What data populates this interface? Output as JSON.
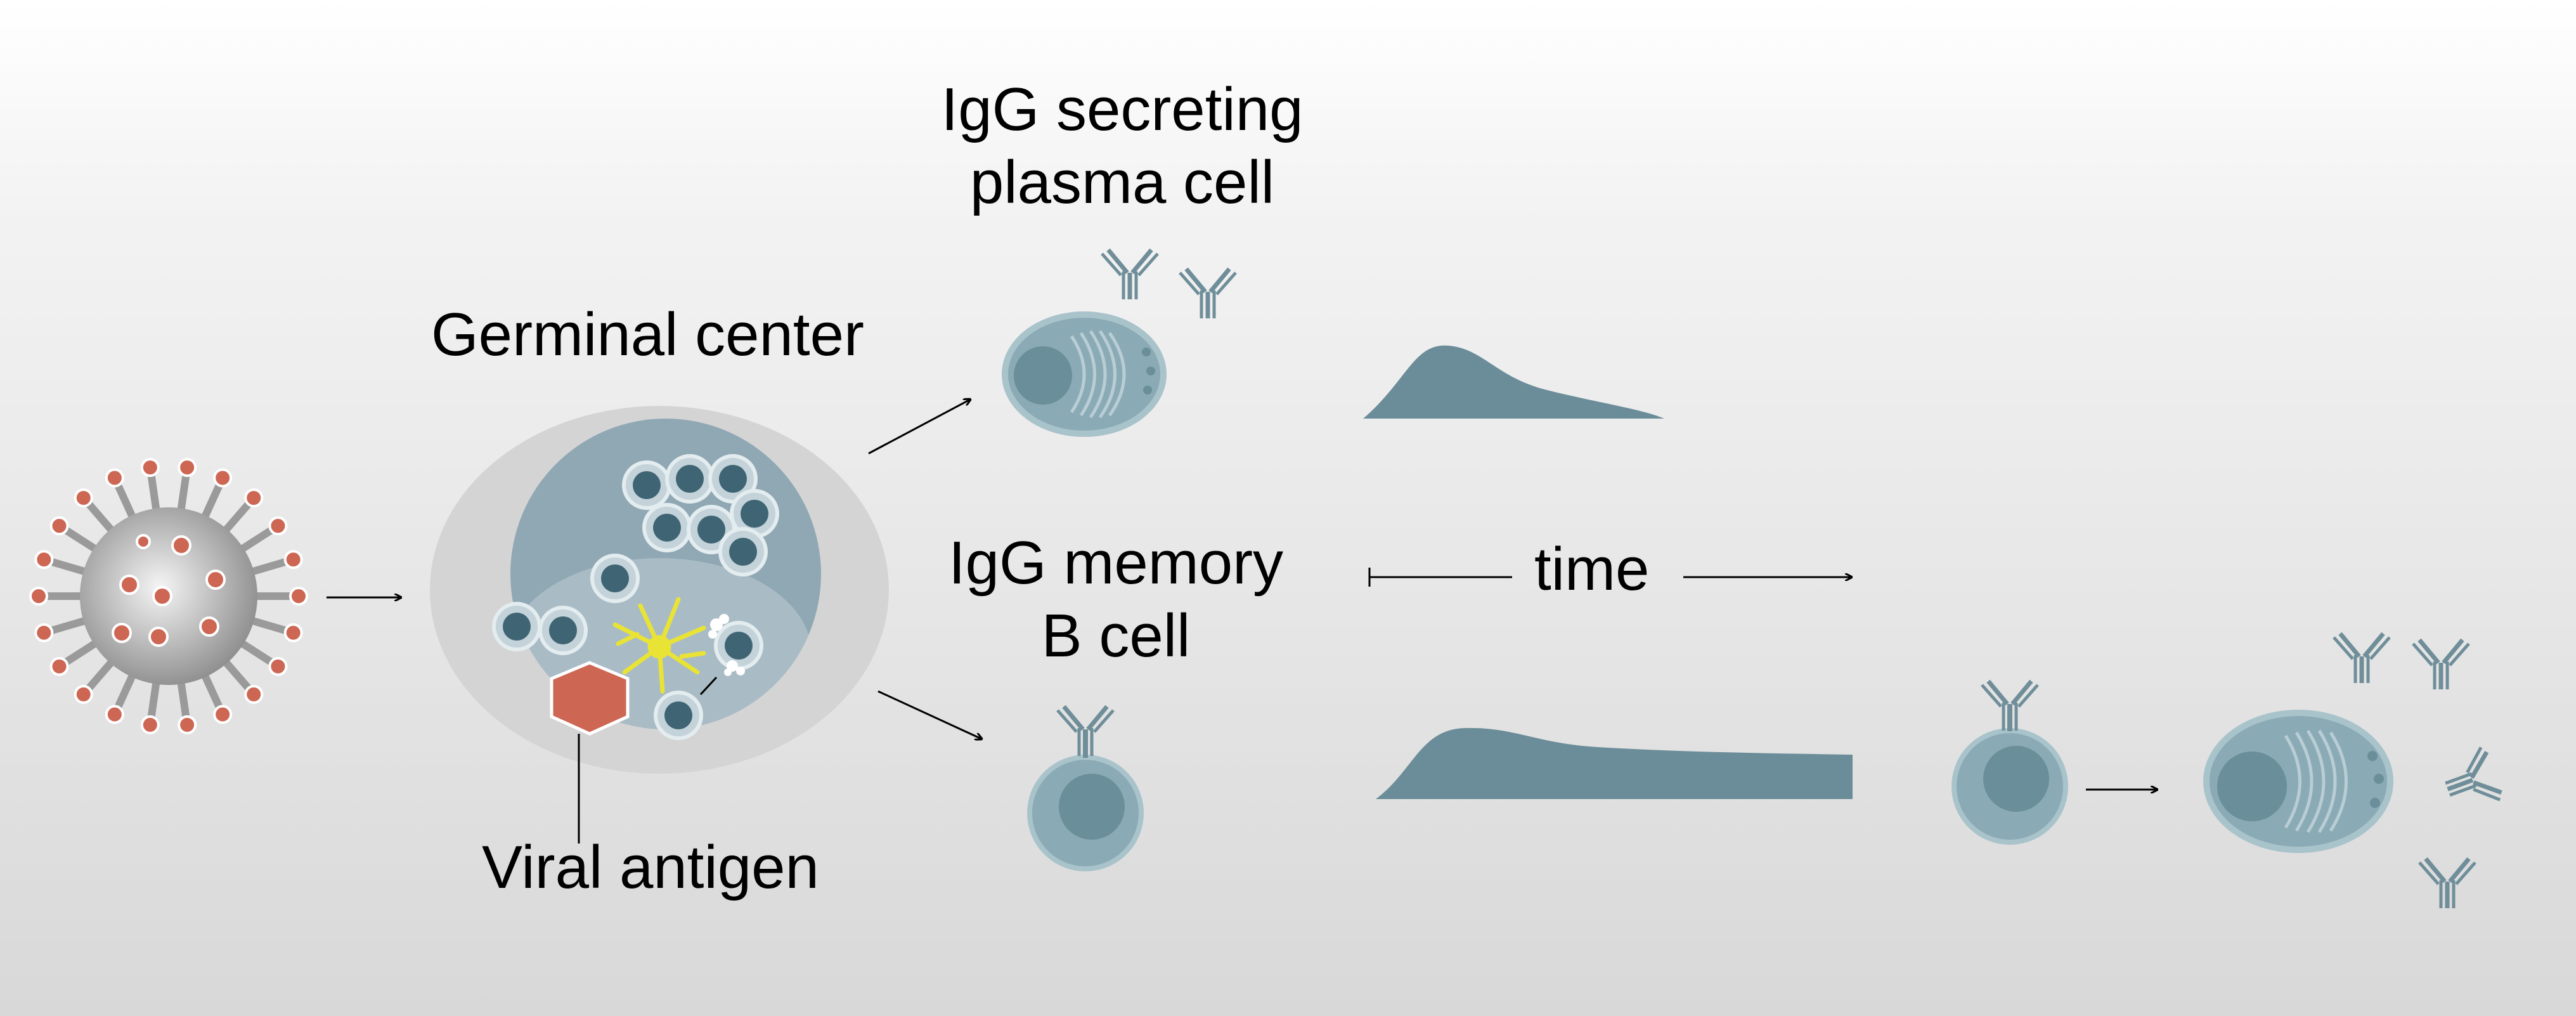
{
  "labels": {
    "plasma_cell_line1": "IgG secreting",
    "plasma_cell_line2": "plasma cell",
    "germinal_center": "Germinal center",
    "memory_line1": "IgG memory",
    "memory_line2": "B cell",
    "time": "time",
    "viral_antigen": "Viral antigen"
  },
  "colors": {
    "cell_fill": "#8aaab5",
    "cell_border": "#a9c3cb",
    "nucleus": "#6a8f9a",
    "curve": "#6b8d99",
    "antibody": "#6f8e99",
    "antigen": "#cd6653",
    "virus": "#9a9a9a",
    "dendritic_cell": "#e8e335",
    "gc_outer": "#d4d4d4",
    "gc_inner": "#a6b6bf"
  }
}
